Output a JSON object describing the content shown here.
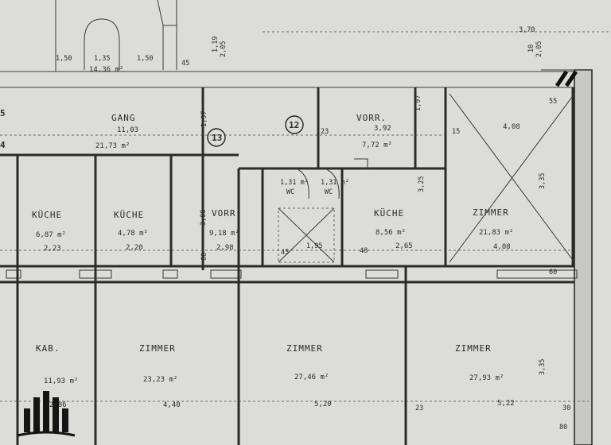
{
  "rooms": {
    "gang": {
      "name": "GANG",
      "dim": "11,03",
      "area": "21,73 m²"
    },
    "vorr_top": {
      "name": "VORR.",
      "dim": "3,92",
      "area": "7,72 m²"
    },
    "room_top_right": {
      "area_label": "4,08"
    },
    "kueche1": {
      "name": "KÜCHE",
      "area": "6,87 m²",
      "width": "2,23"
    },
    "kueche2": {
      "name": "KÜCHE",
      "area": "4,78 m²",
      "width": "2,20"
    },
    "vorr_mid": {
      "name": "VORR.",
      "area": "9,18 m²",
      "width": "2,98"
    },
    "wc1": {
      "name": "WC",
      "area": "1,31 m²"
    },
    "wc2": {
      "name": "WC",
      "area": "1,31 m²"
    },
    "bath_width": "1,95",
    "kueche3": {
      "name": "KÜCHE",
      "area": "8,56 m²",
      "width": "2,65"
    },
    "zimmer_right": {
      "name": "ZIMMER",
      "area": "21,83 m²",
      "width": "4,08"
    },
    "kab": {
      "name": "KAB.",
      "area": "11,93 m²",
      "width": "2,86"
    },
    "zimmer1": {
      "name": "ZIMMER",
      "area": "23,23 m²",
      "width": "4,40"
    },
    "zimmer2": {
      "name": "ZIMMER",
      "area": "27,46 m²",
      "width": "5,20"
    },
    "zimmer3": {
      "name": "ZIMMER",
      "area": "27,93 m²",
      "width": "5,22"
    }
  },
  "stair": {
    "area": "14,36 m²",
    "dims": [
      "1,50",
      "1,35",
      "1,50"
    ],
    "small": "45"
  },
  "unit_numbers": [
    "12",
    "13"
  ],
  "left_edge_numbers": [
    "5",
    "4"
  ],
  "dimensions": {
    "top_right": "3,70",
    "wall_small_1": "10",
    "wall_small_2": "2,05",
    "wall_small_3": "1,19",
    "wall_small_4": "2,05",
    "side_left": "1,97",
    "side_mid": "1,97",
    "h_vorr": "3,08",
    "h_kueche": "3,25",
    "h_zimmer": "3,35",
    "h_bottom_right": "3,35",
    "d23a": "23",
    "d15": "15",
    "d60": "60",
    "d45": "45",
    "d48": "48",
    "d23b": "23",
    "d30": "30",
    "d80": "80",
    "d60b": "60",
    "d55": "55"
  },
  "logo": {
    "name": "building-logo"
  }
}
